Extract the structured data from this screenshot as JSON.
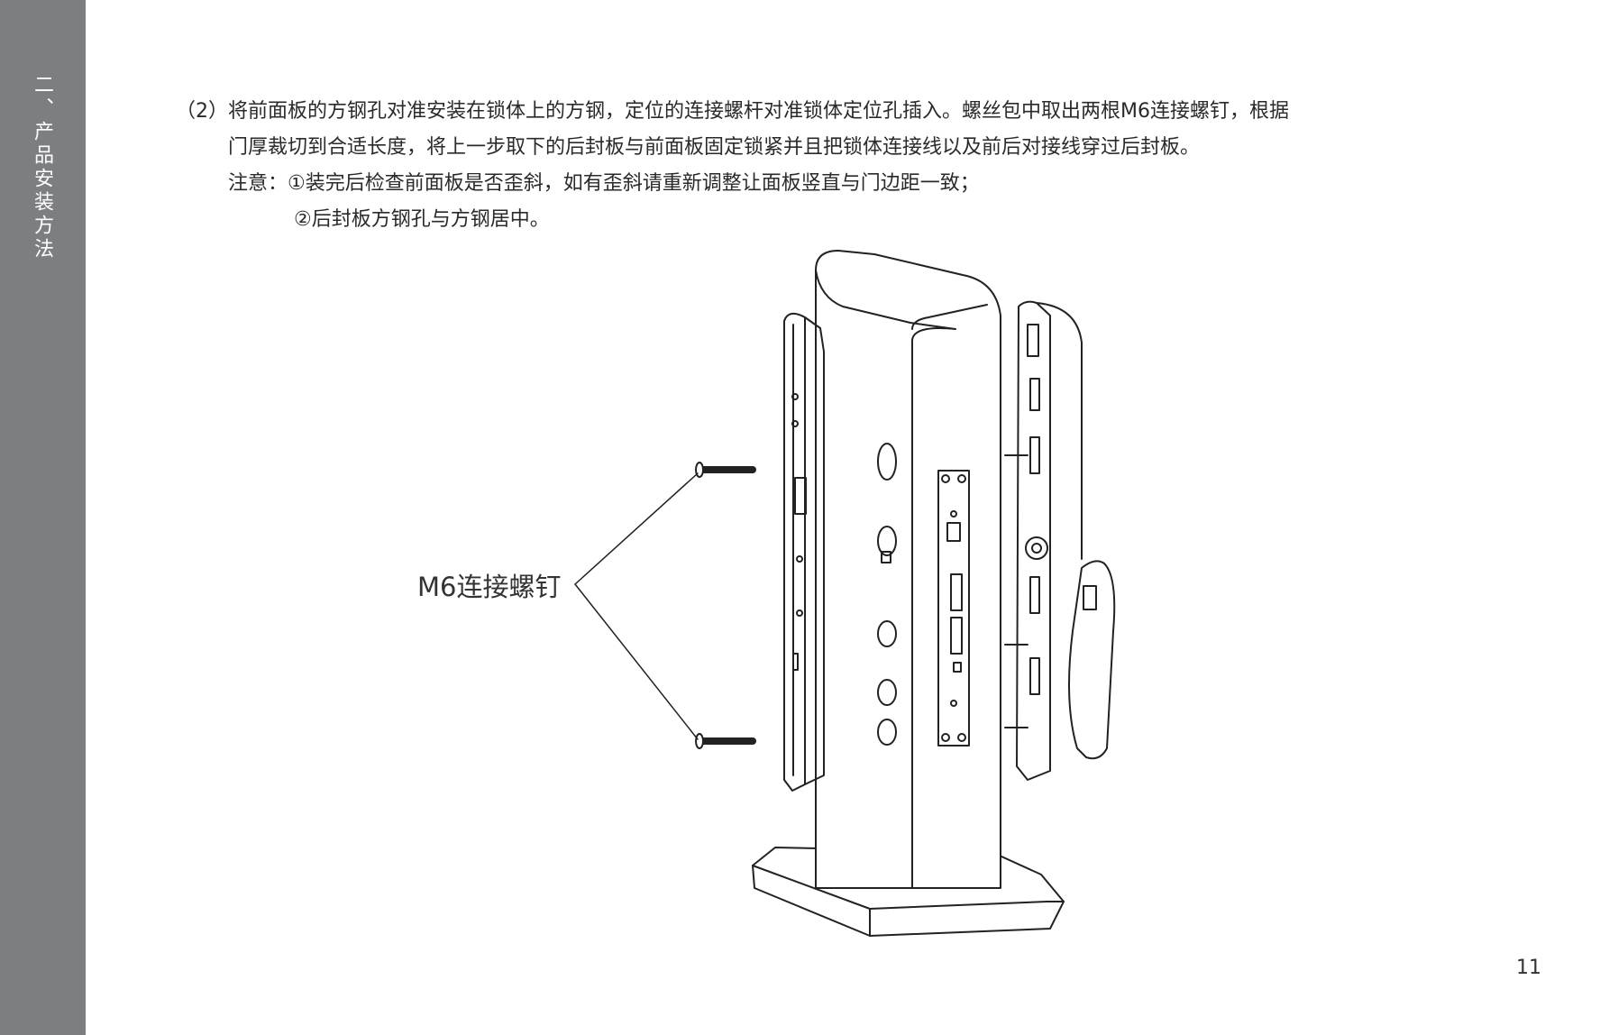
{
  "sidebar": {
    "section_title": "二、产品安装方法"
  },
  "instructions": {
    "step_line1": "（2）将前面板的方钢孔对准安装在锁体上的方钢，定位的连接螺杆对准锁体定位孔插入。螺丝包中取出两根M6连接螺钉，根据",
    "step_line2": "门厚裁切到合适长度，将上一步取下的后封板与前面板固定锁紧并且把锁体连接线以及前后对接线穿过后封板。",
    "note1": "注意：①装完后检查前面板是否歪斜，如有歪斜请重新调整让面板竖直与门边距一致；",
    "note2": "②后封板方钢孔与方钢居中。"
  },
  "diagram": {
    "callout_label": "M6连接螺钉"
  },
  "page_number": "11"
}
